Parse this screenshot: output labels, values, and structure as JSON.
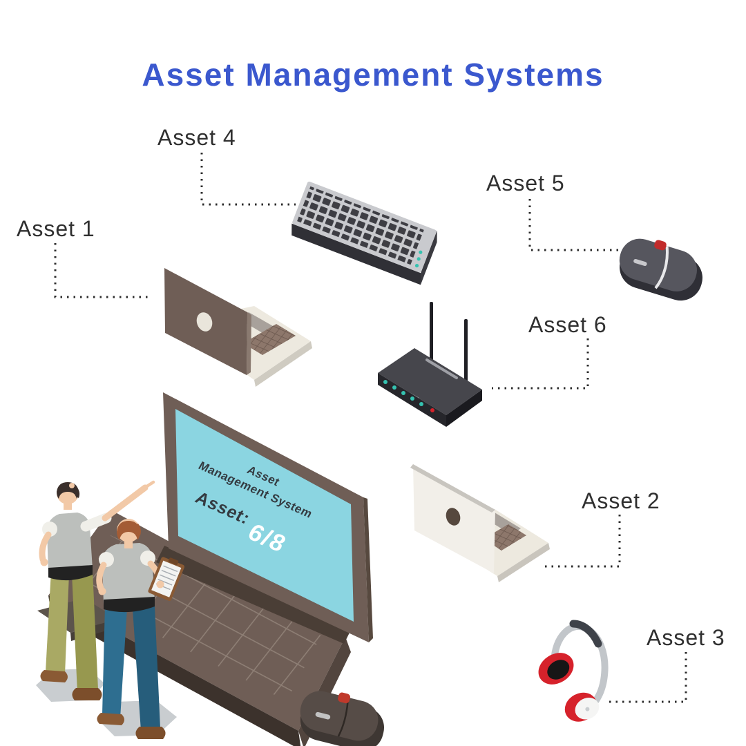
{
  "title": "Asset Management Systems",
  "assets": [
    {
      "label": "Asset 1",
      "item": "laptop"
    },
    {
      "label": "Asset 2",
      "item": "laptop"
    },
    {
      "label": "Asset 3",
      "item": "headphones"
    },
    {
      "label": "Asset 4",
      "item": "keyboard"
    },
    {
      "label": "Asset 5",
      "item": "computer-mouse"
    },
    {
      "label": "Asset 6",
      "item": "wifi-router"
    }
  ],
  "laptop_screen": {
    "app_line1": "Asset",
    "app_line2": "Management System",
    "counter_label": "Asset:",
    "counter_value": "6/8"
  },
  "scene": {
    "center_device": "laptop-displaying-asset-management-system",
    "people": [
      "man-pointing-at-screen",
      "man-holding-clipboard"
    ],
    "foreground_device": "computer-mouse"
  },
  "colors": {
    "title_blue": "#3B58CE",
    "label_text": "#303030",
    "screen_cyan": "#8BD5E1",
    "device_brown": "#6F5E56",
    "accent_red": "#D6222B",
    "led_teal": "#35C2B0"
  }
}
